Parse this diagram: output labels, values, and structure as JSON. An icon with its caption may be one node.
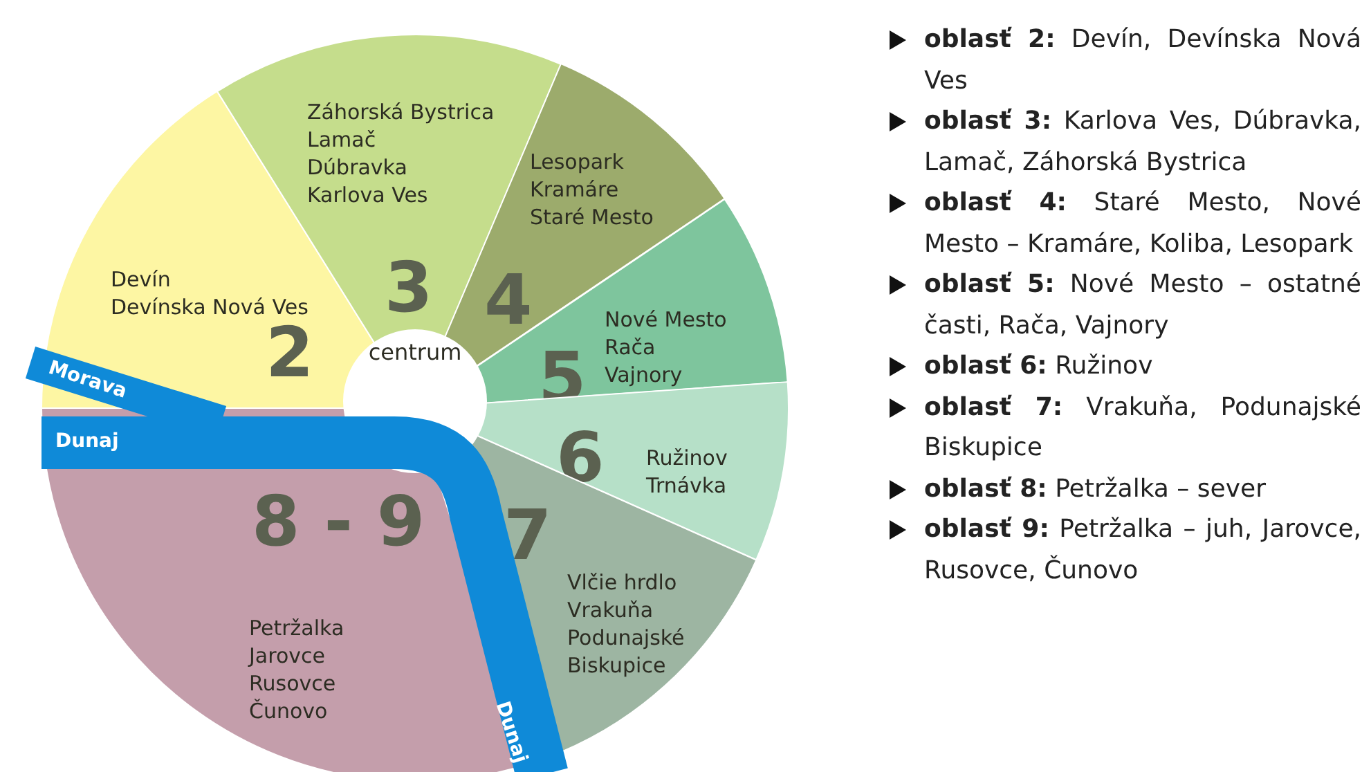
{
  "diagram": {
    "nodes": [
      {
        "text": [
          "Devín",
          "Devínska Nová Ves",
          "2"
        ]
      },
      {
        "text": [
          "Záhorská Bystrica",
          "Lamač",
          "Dúbravka",
          "Karlova Ves",
          "3"
        ]
      },
      {
        "text": [
          "Lesopark",
          "Kramáre",
          "Staré Mesto",
          "4"
        ]
      },
      {
        "text": [
          "5",
          "Nové Mesto",
          "Rača",
          "Vajnory"
        ]
      },
      {
        "text": [
          "6",
          "Ružinov",
          "Trnávka"
        ]
      },
      {
        "text": [
          "7",
          "Vlčie hrdlo",
          "Vrakuňa",
          "Podunajské",
          "Biskupice"
        ]
      },
      {
        "text": [
          "8 - 9",
          "Petržalka",
          "Jarovce",
          "Rusovce",
          "Čunovo"
        ]
      },
      {
        "text": [
          "centrum"
        ]
      }
    ],
    "edges": [],
    "labels": [
      "Morava",
      "Dunaj",
      "Dunaj",
      "**oblasť 2:** Devín, Devínska Nová Ves",
      "**oblasť 3:** Karlova Ves, Dúbravka, Lamač, Záhorská Bystrica",
      "**oblasť 4:** Staré Mesto, Nové Mesto – Kramáre, Koliba, Lesopark",
      "**oblasť 5:** Nové Mesto – ostatné časti, Rača, Vajnory",
      "**oblasť 6:** Ružinov",
      "**oblasť 7:** Vrakuňa, Podunajské Biskupice",
      "**oblasť 8:** Petržalka – sever",
      "**oblasť 9:** Petržalka – juh, Jarovce, Rusovce, Čunovo"
    ]
  }
}
